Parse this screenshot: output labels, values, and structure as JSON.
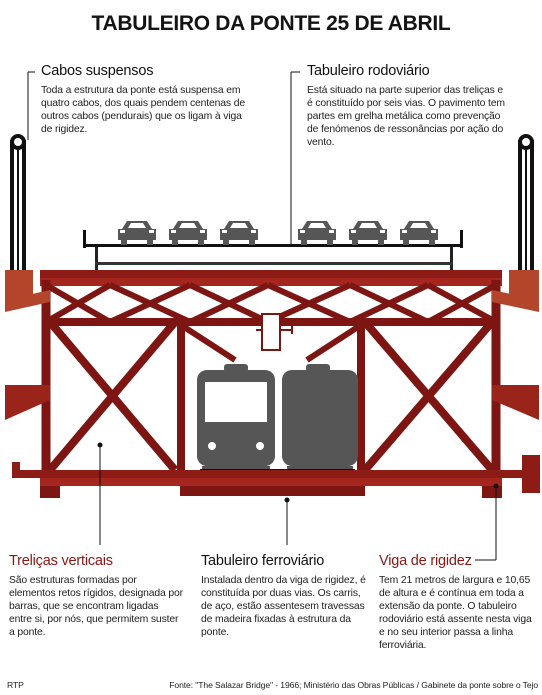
{
  "title": "TABULEIRO DA PONTE 25 DE ABRIL",
  "cabos": {
    "heading": "Cabos suspensos",
    "text": "Toda a estrutura da ponte está suspensa em quatro cabos, dos quais pendem centenas de outros cabos (pendurais) que os ligam à viga de rigidez."
  },
  "rodoviario": {
    "heading": "Tabuleiro rodoviário",
    "text": "Está situado na parte superior das treliças e é constituído por seis vias. O pavimento tem partes em grelha metálica como prevenção de fenómenos de ressonâncias por ação do vento."
  },
  "trelicas": {
    "heading": "Treliças verticais",
    "text": "São estruturas formadas por elementos retos rígidos, designada por barras, que se encontram ligadas entre si, por nós, que permitem suster a ponte."
  },
  "ferroviario": {
    "heading": "Tabuleiro ferroviário",
    "text": "Instalada dentro da viga de rigidez, é constituída por duas vias. Os carris, de aço, estão assentesem travessas de madeira fixadas à estrutura da ponte."
  },
  "viga": {
    "heading": "Viga de rigidez",
    "text": "Tem 21 metros de largura e 10,65 de altura e é contínua em toda a extensão da ponte. O tabuleiro rodoviário está assente nesta viga e no seu interior passa a linha ferroviária."
  },
  "footer": {
    "credit": "RTP",
    "source": "Fonte:  \"The Salazar Bridge\" - 1966; Ministério das Obras Públicas / Gabinete da ponte sobre o Tejo"
  },
  "colors": {
    "steel": "#7d1512",
    "steel_light": "#a5261f",
    "cable_orange": "#b3452a",
    "vehicle": "#565656"
  },
  "diagram": {
    "cars_count": 6,
    "trains_count": 2
  }
}
